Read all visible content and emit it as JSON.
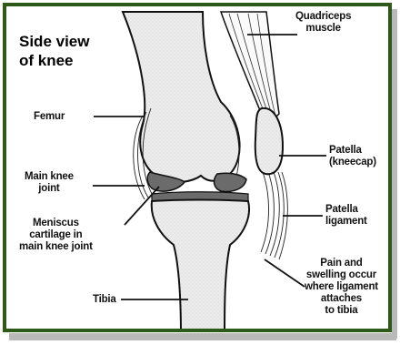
{
  "title": {
    "line1": "Side view",
    "line2": "of knee"
  },
  "labels": {
    "quadriceps_line1": "Quadriceps",
    "quadriceps_line2": "muscle",
    "femur": "Femur",
    "patella_line1": "Patella",
    "patella_line2": "(kneecap)",
    "main_knee_joint_line1": "Main knee",
    "main_knee_joint_line2": "joint",
    "meniscus_line1": "Meniscus",
    "meniscus_line2": "cartilage in",
    "meniscus_line3": "main knee joint",
    "patella_ligament_line1": "Patella",
    "patella_ligament_line2": "ligament",
    "tibia": "Tibia",
    "pain_line1": "Pain and",
    "pain_line2": "swelling occur",
    "pain_line3": "where ligament",
    "pain_line4": "attaches",
    "pain_line5": "to tibia"
  },
  "colors": {
    "border": "#2e5a19",
    "bone": "#ebebeb",
    "cartilage": "#6b6b6b",
    "outline": "#111111",
    "shadow": "#b9b9b9"
  }
}
